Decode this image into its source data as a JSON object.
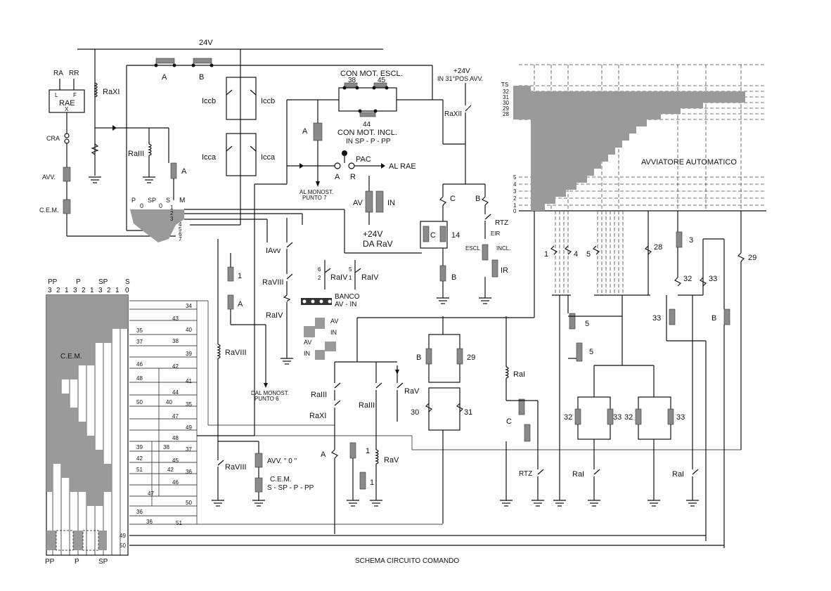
{
  "title": "SCHEMA CIRCUITO COMANDO",
  "supply": {
    "main": "24V",
    "top_right": "+24V",
    "top_right_sub": "IN 31°POS AVV.",
    "bottom": "+24V",
    "bottom_sub": "DA RaV"
  },
  "rae": {
    "label": "RAE",
    "ra": "RA",
    "rr": "RR",
    "l": "L",
    "f": "F",
    "x": "X",
    "cra": "CRA",
    "avv": "AVV.",
    "cem": "C.E.M."
  },
  "relays": {
    "raxi": "RaXI",
    "raiii": "RaIII",
    "a": "A",
    "b": "B",
    "iccb": "Iccb",
    "icca": "Icca",
    "raxii": "RaXII",
    "raviii": "RaVIII",
    "raiv": "RaIV",
    "rav": "RaV",
    "iavv": "IAvv",
    "rai": "RaI",
    "rtz": "RTZ",
    "c": "C",
    "ir": "IR",
    "eir": "EIR",
    "escl": "ESCL",
    "incl": "INCL."
  },
  "motor": {
    "escl": "CON MOT. ESCL.",
    "incl": "CON MOT. INCL.",
    "incl_sub": "IN SP - P - PP",
    "n38": "38",
    "n45": "45",
    "n44": "44"
  },
  "pac": {
    "label": "PAC",
    "a": "A",
    "r": "R",
    "out": "AL RAE",
    "monost7": "AL MONOST.",
    "monost7_sub": "PUNTO 7",
    "monost6": "DAL MONOST.",
    "monost6_sub": "PUNTO 6"
  },
  "avin": {
    "av": "AV",
    "in": "IN"
  },
  "banco": {
    "label": "BANCO",
    "sub": "AV - IN",
    "n6": "6",
    "n2": "2",
    "n5": "5",
    "n1": "1"
  },
  "cem_block": {
    "p": "P",
    "n0": "0",
    "sp": "SP",
    "s": "S",
    "m": "M",
    "n1": "1",
    "n2": "2",
    "n3": "3",
    "n4": "4",
    "n5": "5",
    "n6": "6",
    "n7": "7"
  },
  "avviatore": {
    "label": "AVVIATORE AUTOMATICO",
    "ts": "TS",
    "top_steps": [
      "32",
      "31",
      "30",
      "29",
      "28"
    ],
    "bottom_steps": [
      "5",
      "4",
      "3",
      "2",
      "1",
      "0"
    ]
  },
  "cem_drum": {
    "label": "C.E.M.",
    "header_groups": [
      "PP",
      "P",
      "SP",
      "S"
    ],
    "header_nums": [
      "3",
      "2",
      "1",
      "3",
      "2",
      "1",
      "3",
      "2",
      "1",
      "0"
    ],
    "footer": [
      "PP",
      "P",
      "SP"
    ],
    "rows": [
      "34",
      "43",
      "40",
      "38",
      "39",
      "42",
      "41",
      "44",
      "35",
      "47",
      "49",
      "48",
      "37",
      "45",
      "36",
      "46",
      "47",
      "50",
      "51"
    ],
    "left_tags": [
      "35",
      "37",
      "46",
      "48",
      "50",
      "39",
      "42",
      "51",
      "36",
      "36"
    ],
    "mid_tags": [
      "40",
      "38",
      "42"
    ],
    "end_nums": [
      "49",
      "50"
    ]
  },
  "lower": {
    "avv0": "AVV. \" 0 \"",
    "cem_label": "C.E.M.",
    "cem_sub": "S - SP - P - PP",
    "n1": "1",
    "n14": "14",
    "n29": "29",
    "n30": "30",
    "n31": "31",
    "n32": "32",
    "n33": "33",
    "n3": "3",
    "n4": "4",
    "n5": "5",
    "n28": "28"
  }
}
